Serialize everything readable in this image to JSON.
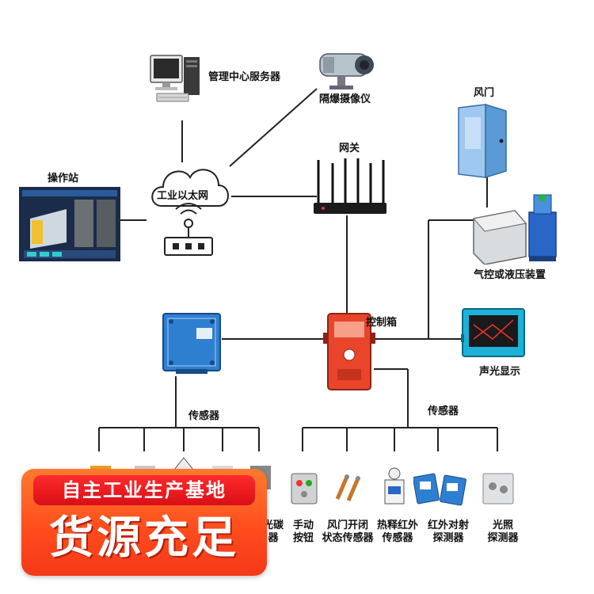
{
  "nodes": {
    "server": "管理中心服务器",
    "camera": "隔爆摄像仪",
    "door": "风门",
    "operator": "操作站",
    "ethernet": "工业以太网",
    "gateway": "网关",
    "pneumatic": "气控或液压装置",
    "controlbox": "控制箱",
    "display": "声光显示",
    "sensor_left": "传感器",
    "sensor_right": "传感器"
  },
  "sensors_right": [
    {
      "label": "手动\n按钮"
    },
    {
      "label": "风门开闭\n状态传感器"
    },
    {
      "label": "热释红外\n传感器"
    },
    {
      "label": "红外对射\n探测器"
    },
    {
      "label": "光照\n探测器"
    }
  ],
  "partial_label": "光碳\n器",
  "badge": {
    "top": "自主工业生产基地",
    "main": "货源充足"
  },
  "colors": {
    "accent_orange": "#ff4a1c",
    "badge_red": "#d90f17",
    "line": "#222222",
    "device_blue": "#2f7fd0",
    "control_red": "#e8452a"
  }
}
